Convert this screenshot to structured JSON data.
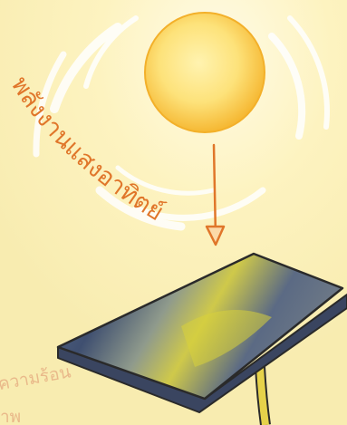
{
  "labels": {
    "solar_energy": "พลังงานแสงอาทิตย์",
    "heat_energy": "ความร้อน",
    "heat_energy_line2": "าพ"
  },
  "colors": {
    "background": "#fbf4c4",
    "sun_core": "#fde27a",
    "sun_edge": "#f5b52e",
    "label_orange": "#e0762a",
    "label_faint": "#e9b98a",
    "arrow": "#e0762a",
    "panel_dark": "#4a5a78",
    "panel_yellow": "#d8d23a",
    "panel_frame": "#2a2a2a",
    "pole": "#e6d24a"
  }
}
